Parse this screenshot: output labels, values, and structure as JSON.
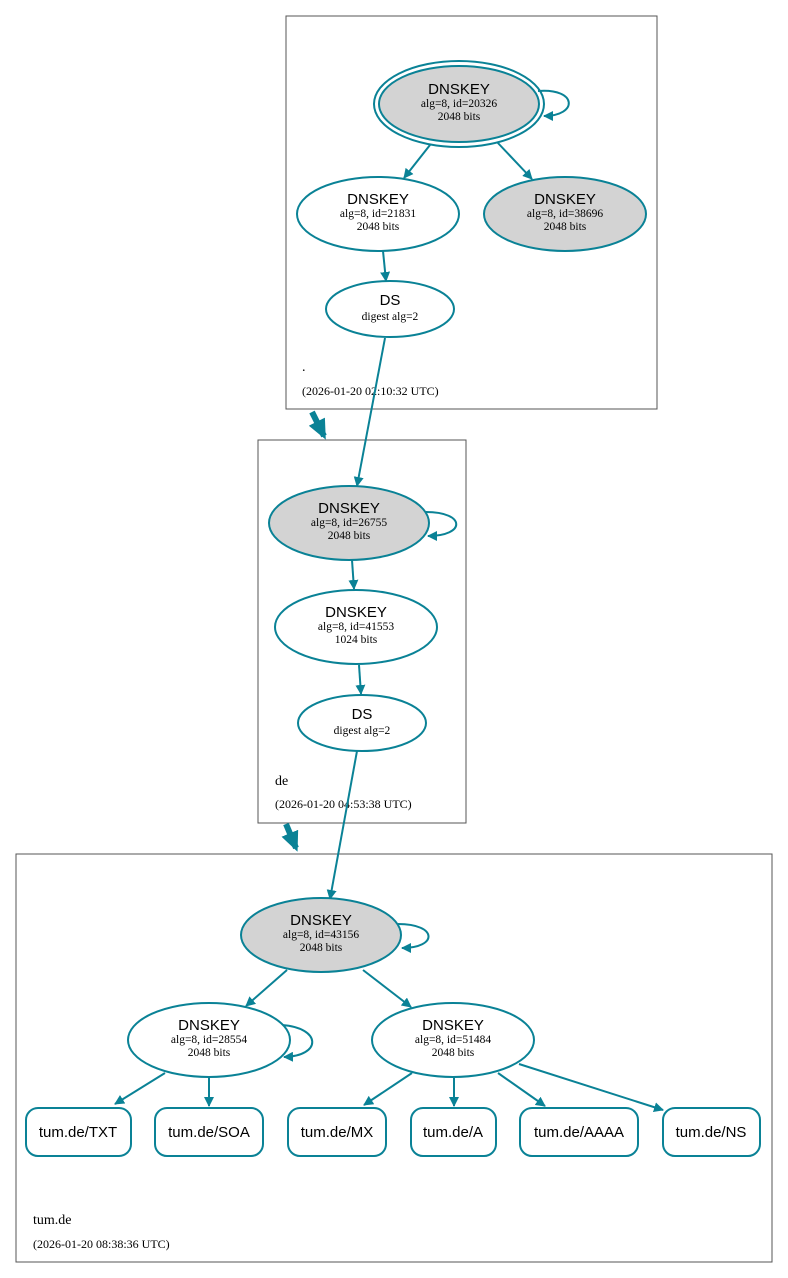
{
  "colors": {
    "edge": "#0a8296",
    "sep_fill": "#d3d3d3",
    "zone_border": "#555555"
  },
  "zones": {
    "root": {
      "name": ".",
      "time": "(2026-01-20 02:10:32 UTC)"
    },
    "de": {
      "name": "de",
      "time": "(2026-01-20 04:53:38 UTC)"
    },
    "tum": {
      "name": "tum.de",
      "time": "(2026-01-20 08:38:36 UTC)"
    }
  },
  "nodes": {
    "root_ksk": {
      "type": "DNSKEY",
      "line1": "alg=8, id=20326",
      "line2": "2048 bits"
    },
    "root_zsk": {
      "type": "DNSKEY",
      "line1": "alg=8, id=21831",
      "line2": "2048 bits"
    },
    "root_key2": {
      "type": "DNSKEY",
      "line1": "alg=8, id=38696",
      "line2": "2048 bits"
    },
    "de_ds": {
      "type": "DS",
      "line1": "digest alg=2"
    },
    "de_ksk": {
      "type": "DNSKEY",
      "line1": "alg=8, id=26755",
      "line2": "2048 bits"
    },
    "de_zsk": {
      "type": "DNSKEY",
      "line1": "alg=8, id=41553",
      "line2": "1024 bits"
    },
    "tum_ds": {
      "type": "DS",
      "line1": "digest alg=2"
    },
    "tum_ksk": {
      "type": "DNSKEY",
      "line1": "alg=8, id=43156",
      "line2": "2048 bits"
    },
    "tum_zsk1": {
      "type": "DNSKEY",
      "line1": "alg=8, id=28554",
      "line2": "2048 bits"
    },
    "tum_zsk2": {
      "type": "DNSKEY",
      "line1": "alg=8, id=51484",
      "line2": "2048 bits"
    }
  },
  "records": {
    "txt": "tum.de/TXT",
    "soa": "tum.de/SOA",
    "mx": "tum.de/MX",
    "a": "tum.de/A",
    "aaaa": "tum.de/AAAA",
    "ns": "tum.de/NS"
  }
}
